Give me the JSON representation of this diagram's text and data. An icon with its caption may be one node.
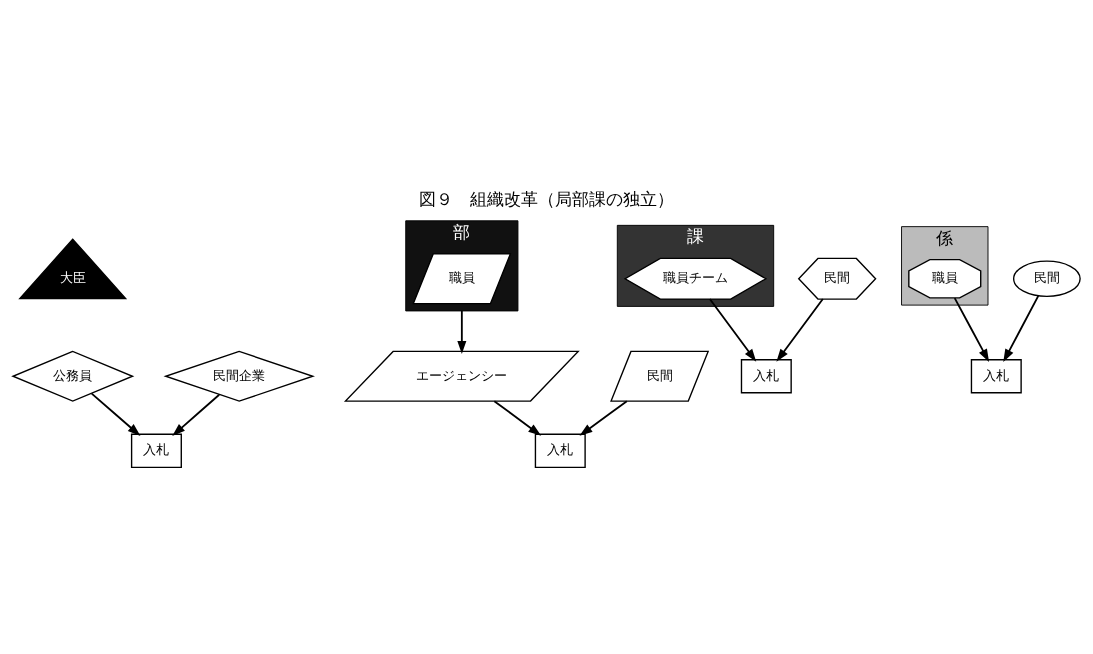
{
  "diagram": {
    "title": "図９　組織改革（局部課の独立）",
    "nodes": [
      {
        "text": [
          "大臣"
        ]
      },
      {
        "text": [
          "公務員"
        ]
      },
      {
        "text": [
          "部"
        ]
      },
      {
        "text": [
          "職員"
        ],
        "in": 2
      },
      {
        "text": [
          "課"
        ]
      },
      {
        "text": [
          "職員チーム"
        ],
        "in": 4
      },
      {
        "text": [
          "係"
        ]
      },
      {
        "text": [
          "職員"
        ],
        "in": 6
      },
      {
        "text": [
          "民間企業"
        ]
      },
      {
        "text": [
          "入札"
        ]
      },
      {
        "text": [
          "入札"
        ]
      },
      {
        "text": [
          "民間"
        ]
      },
      {
        "text": [
          "エージェンシー"
        ]
      },
      {
        "text": [
          "民間"
        ]
      },
      {
        "text": [
          "入札"
        ]
      },
      {
        "text": [
          "入札"
        ]
      },
      {
        "text": [
          "民間"
        ]
      }
    ],
    "edges": [
      {
        "from": 8,
        "to": 9,
        "arrow": "to"
      },
      {
        "from": 1,
        "to": 9,
        "arrow": "to"
      },
      {
        "from": 11,
        "to": 10,
        "arrow": "to"
      },
      {
        "from": 12,
        "to": 10,
        "arrow": "to"
      },
      {
        "from": 2,
        "to": 12,
        "arrow": "to"
      },
      {
        "from": 13,
        "to": 14,
        "arrow": "to"
      },
      {
        "from": 5,
        "to": 14,
        "arrow": "to"
      },
      {
        "from": 16,
        "to": 15,
        "arrow": "to"
      },
      {
        "from": 7,
        "to": 15,
        "arrow": "to"
      }
    ]
  }
}
